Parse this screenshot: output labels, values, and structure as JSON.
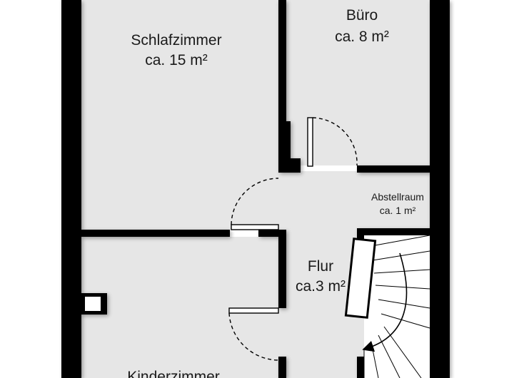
{
  "rooms": {
    "schlafzimmer": {
      "name": "Schlafzimmer",
      "area": "ca. 15 m²"
    },
    "buero": {
      "name": "Büro",
      "area": "ca. 8 m²"
    },
    "abstellraum": {
      "name": "Abstellraum",
      "area": "ca. 1 m²"
    },
    "flur": {
      "name": "Flur",
      "area": "ca.3 m²"
    },
    "kinderzimmer": {
      "name": "Kinderzimmer"
    }
  },
  "colors": {
    "wall": "#000000",
    "floor": "#e6e6e6",
    "background": "#ffffff",
    "door_line": "#000000",
    "stair_tread": "#ffffff"
  },
  "icons": [
    "door-swing-arc",
    "stair-direction-arrow"
  ]
}
